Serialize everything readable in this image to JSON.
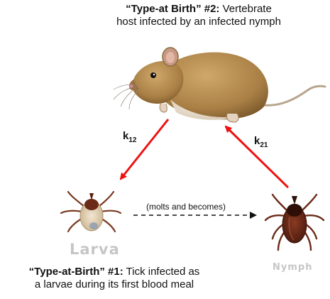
{
  "top_caption": {
    "title": "“Type-at Birth” #2:",
    "text_1": "Vertebrate",
    "text_2": "host infected by an infected nymph"
  },
  "bottom_caption": {
    "title": "“Type-at-Birth” #1:",
    "text_1": "Tick infected as",
    "text_2": "a larvae during its first blood meal"
  },
  "rates": {
    "k12": {
      "symbol": "k",
      "subscript": "12"
    },
    "k21": {
      "symbol": "k",
      "subscript": "21"
    }
  },
  "molts_label": "(molts and becomes)",
  "stage_labels": {
    "larva": "Larva",
    "nymph": "Nymph"
  },
  "icons": {
    "host": "mouse-illustration",
    "larva": "larval-tick-illustration",
    "nymph": "nymph-tick-illustration"
  },
  "colors": {
    "transmission_arrow": "#ee1111",
    "molt_arrow": "#111111",
    "stage_label": "#c6c6c6",
    "mouse_fur": "#b58f55",
    "tick_body": "#6b2a18"
  }
}
